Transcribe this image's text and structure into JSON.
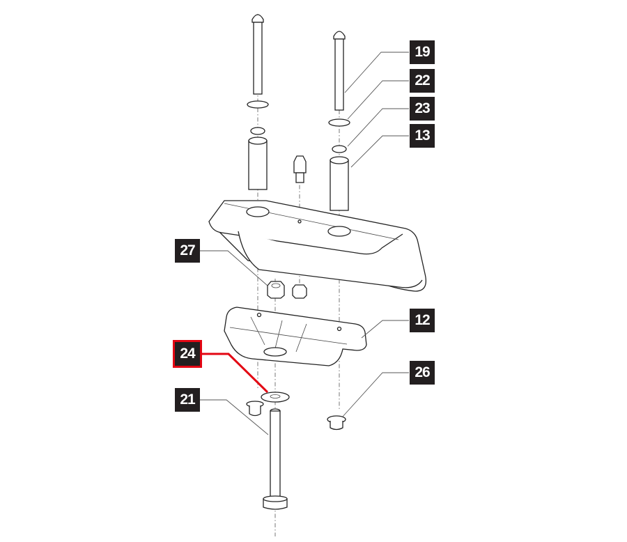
{
  "diagram": {
    "callouts": [
      {
        "id": "19",
        "label": "19",
        "highlighted": false
      },
      {
        "id": "22",
        "label": "22",
        "highlighted": false
      },
      {
        "id": "23",
        "label": "23",
        "highlighted": false
      },
      {
        "id": "13",
        "label": "13",
        "highlighted": false
      },
      {
        "id": "27",
        "label": "27",
        "highlighted": false
      },
      {
        "id": "12",
        "label": "12",
        "highlighted": false
      },
      {
        "id": "24",
        "label": "24",
        "highlighted": true
      },
      {
        "id": "21",
        "label": "21",
        "highlighted": false
      },
      {
        "id": "26",
        "label": "26",
        "highlighted": false
      }
    ],
    "highlight_color": "#e30613",
    "callout_color": "#231f20"
  }
}
